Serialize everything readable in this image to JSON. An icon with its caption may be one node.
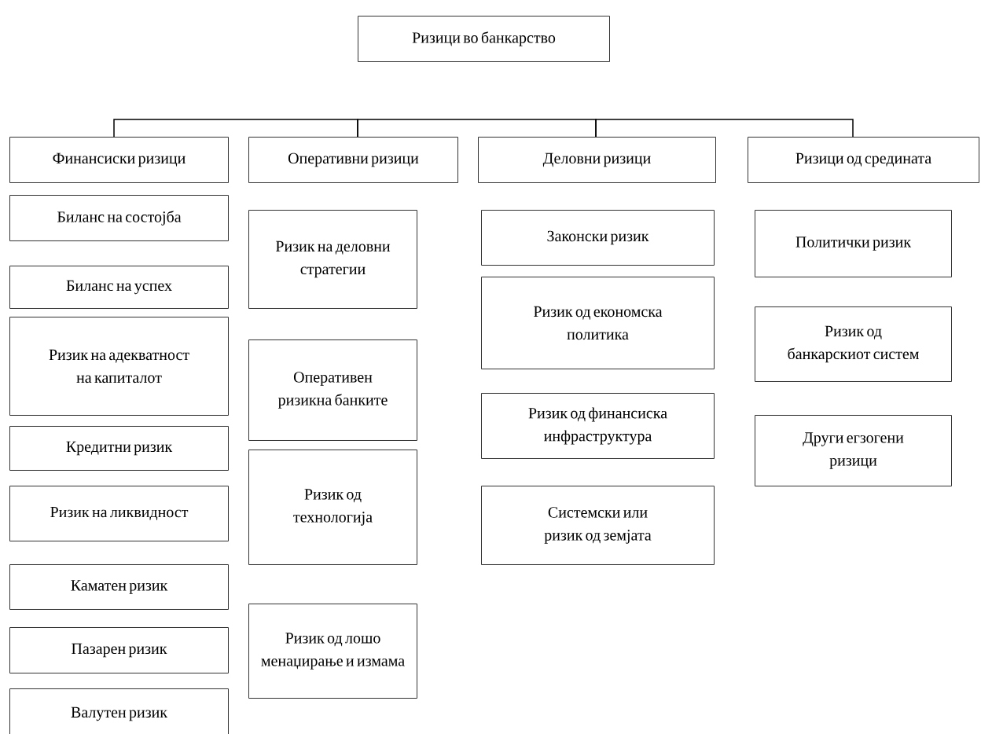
{
  "diagram": {
    "nodes": [
      {
        "text": [
          "Ризици во банкарство"
        ]
      },
      {
        "text": [
          "Финансиски ризици"
        ]
      },
      {
        "text": [
          "Оперативни ризици"
        ]
      },
      {
        "text": [
          "Деловни ризици"
        ]
      },
      {
        "text": [
          "Ризици од средината"
        ]
      },
      {
        "text": [
          "Биланс на состојба"
        ]
      },
      {
        "text": [
          "Биланс на успех"
        ]
      },
      {
        "text": [
          "Ризик на адекватност на капиталот"
        ]
      },
      {
        "text": [
          "Кредитни ризик"
        ]
      },
      {
        "text": [
          "Ризик на ликвидност"
        ]
      },
      {
        "text": [
          "Каматен ризик"
        ]
      },
      {
        "text": [
          "Пазарен ризик"
        ]
      },
      {
        "text": [
          "Валутен ризик"
        ]
      },
      {
        "text": [
          "Ризик на деловни стратегии"
        ]
      },
      {
        "text": [
          "Оперативен ризикна банките"
        ]
      },
      {
        "text": [
          "Ризик од технологија"
        ]
      },
      {
        "text": [
          "Ризик од лошо менаџирање и измама"
        ]
      },
      {
        "text": [
          "Законски ризик"
        ]
      },
      {
        "text": [
          "Ризик од економска политика"
        ]
      },
      {
        "text": [
          "Ризик од финансиска инфраструктура"
        ]
      },
      {
        "text": [
          "Системски или ризик од земјата"
        ]
      },
      {
        "text": [
          "Политички ризик"
        ]
      },
      {
        "text": [
          "Ризик од банкарскиот систем"
        ]
      },
      {
        "text": [
          "Други егзогени ризици"
        ]
      }
    ],
    "edges": [
      {
        "from": 1,
        "to": 2,
        "arrow": "none"
      },
      {
        "from": 2,
        "to": 3,
        "arrow": "none"
      },
      {
        "from": 3,
        "to": 4,
        "arrow": "none"
      }
    ]
  }
}
